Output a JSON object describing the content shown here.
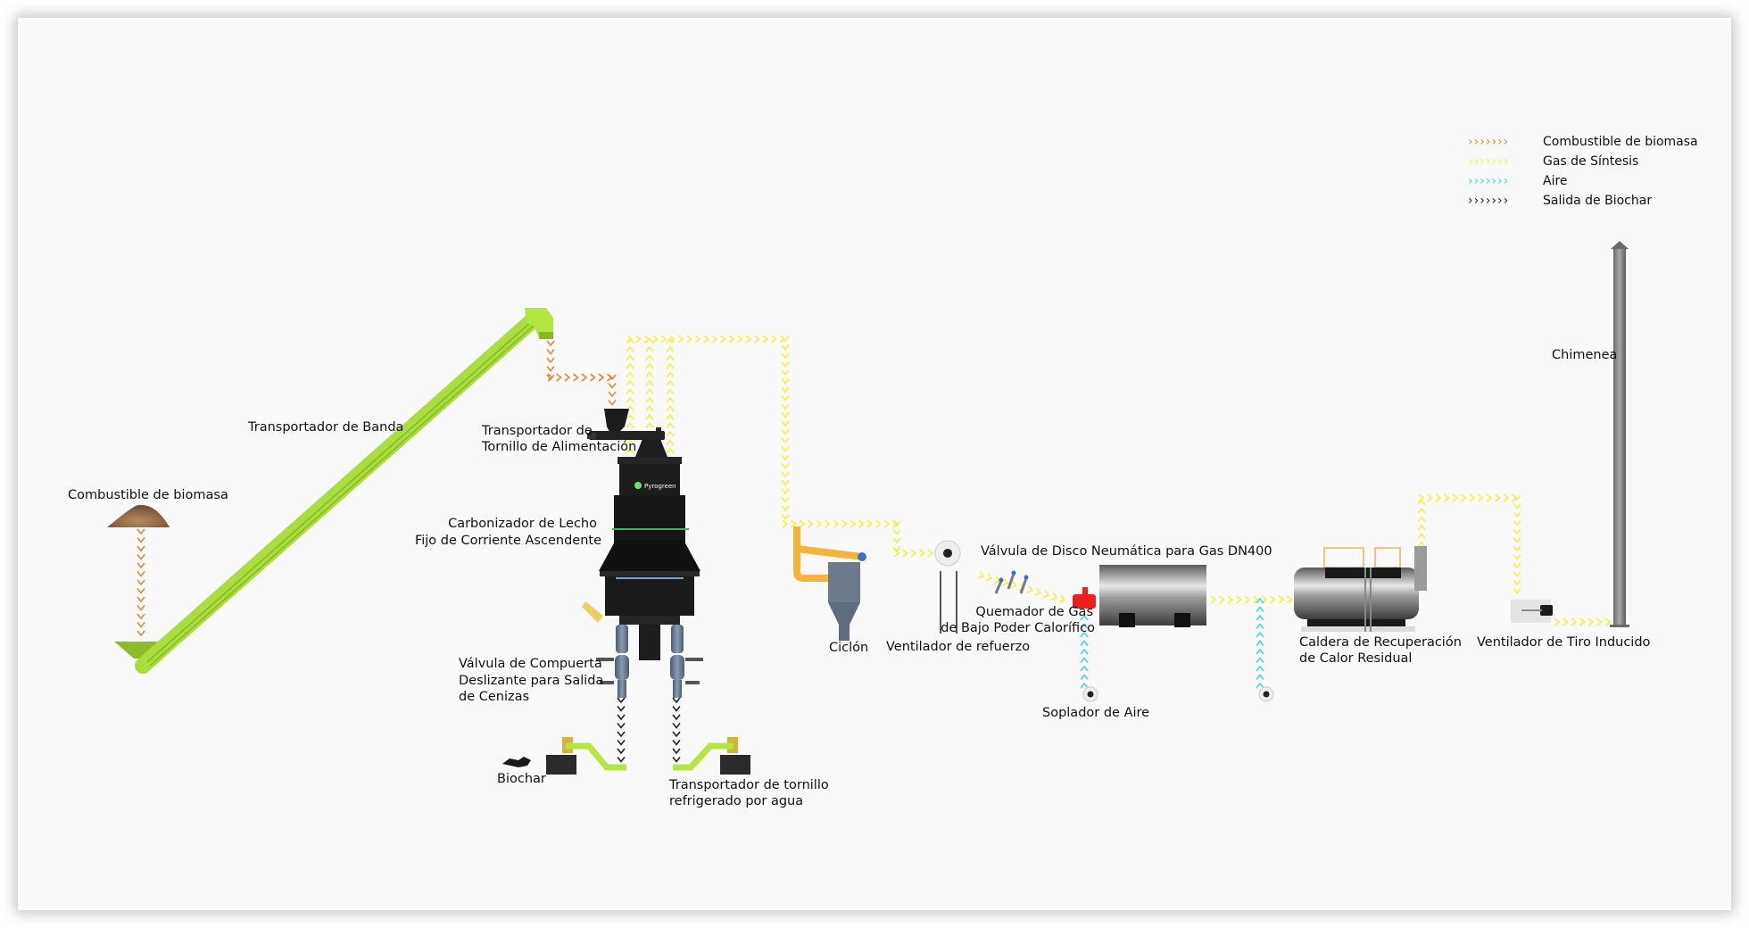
{
  "legend": [
    {
      "arrows": "›››››››",
      "label": "Combustible de biomasa",
      "color": "#d98a3a"
    },
    {
      "arrows": "›››››››",
      "label": "Gas de Síntesis",
      "color": "#f3f046"
    },
    {
      "arrows": "›››››››",
      "label": "Aire",
      "color": "#3fd6e6"
    },
    {
      "arrows": "›››››››",
      "label": "Salida de Biochar",
      "color": "#222222"
    }
  ],
  "labels": {
    "biomass_fuel": "Combustible de biomasa",
    "belt_conveyor": "Transportador de Banda",
    "feed_screw_1": "Transportador de",
    "feed_screw_2": "Tornillo de Alimentación",
    "carbonizer_1": "Carbonizador de Lecho",
    "carbonizer_2": "Fijo de Corriente Ascendente",
    "ash_valve_1": "Válvula de Compuerta",
    "ash_valve_2": "Deslizante para Salida",
    "ash_valve_3": "de Cenizas",
    "biochar": "Biochar",
    "water_screw_1": "Transportador de tornillo",
    "water_screw_2": "refrigerado por agua",
    "cyclone": "Ciclón",
    "booster_fan": "Ventilador de refuerzo",
    "disc_valve": "Válvula de Disco Neumática para Gas DN400",
    "burner_1": "Quemador de Gas",
    "burner_2": "de Bajo Poder Calorífico",
    "air_blower": "Soplador de Aire",
    "boiler_1": "Caldera de Recuperación",
    "boiler_2": "de Calor Residual",
    "id_fan": "Ventilador de Tiro Inducido",
    "chimney": "Chimenea"
  },
  "brand": "Pyrogreen",
  "colors": {
    "biomass": "#d98a3a",
    "syngas": "#f3f046",
    "air": "#3fd6e6",
    "biochar": "#222222",
    "equipment_green": "#a8e03a",
    "equipment_dark": "#1e1e1e",
    "pipe_orange": "#f2b43a",
    "burner_red": "#e8201e"
  },
  "flows": [
    {
      "type": "biomass",
      "name": "biomass-to-belt-flow"
    },
    {
      "type": "biomass",
      "name": "belt-to-feeder-flow"
    },
    {
      "type": "syngas",
      "name": "carbonizer-to-cyclone-flow"
    },
    {
      "type": "syngas",
      "name": "cyclone-to-fan-flow"
    },
    {
      "type": "syngas",
      "name": "fan-to-burner-flow"
    },
    {
      "type": "syngas",
      "name": "furnace-to-boiler-flow"
    },
    {
      "type": "syngas",
      "name": "boiler-to-id-fan-flow"
    },
    {
      "type": "syngas",
      "name": "id-fan-to-chimney-flow"
    },
    {
      "type": "air",
      "name": "blower-to-burner-flow"
    },
    {
      "type": "air",
      "name": "blower-to-boiler-flow"
    },
    {
      "type": "biochar",
      "name": "left-biochar-flow"
    },
    {
      "type": "biochar",
      "name": "right-biochar-flow"
    }
  ]
}
